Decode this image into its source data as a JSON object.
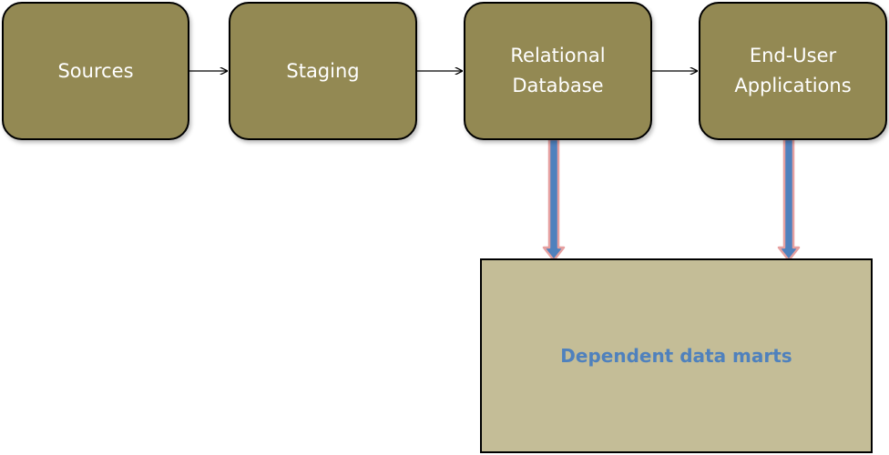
{
  "diagram": {
    "nodes": [
      {
        "id": "sources",
        "label": "Sources"
      },
      {
        "id": "staging",
        "label": "Staging"
      },
      {
        "id": "relational",
        "label": "Relational\nDatabase"
      },
      {
        "id": "enduser",
        "label": "End-User\nApplications"
      }
    ],
    "target": {
      "label": "Dependent data marts"
    },
    "edges": [
      {
        "from": "sources",
        "to": "staging",
        "style": "thin-arrow"
      },
      {
        "from": "staging",
        "to": "relational",
        "style": "thin-arrow"
      },
      {
        "from": "relational",
        "to": "enduser",
        "style": "thin-arrow"
      },
      {
        "from": "relational",
        "to": "target",
        "style": "thick-arrow"
      },
      {
        "from": "enduser",
        "to": "target",
        "style": "thick-arrow"
      }
    ]
  },
  "colors": {
    "node_fill": "#938953",
    "node_text": "#ffffff",
    "target_fill": "#c4bd97",
    "target_text": "#4f81bd",
    "thick_arrow_fill": "#4f81bd",
    "thick_arrow_outline": "#e6a0a0",
    "thin_arrow": "#000000"
  }
}
